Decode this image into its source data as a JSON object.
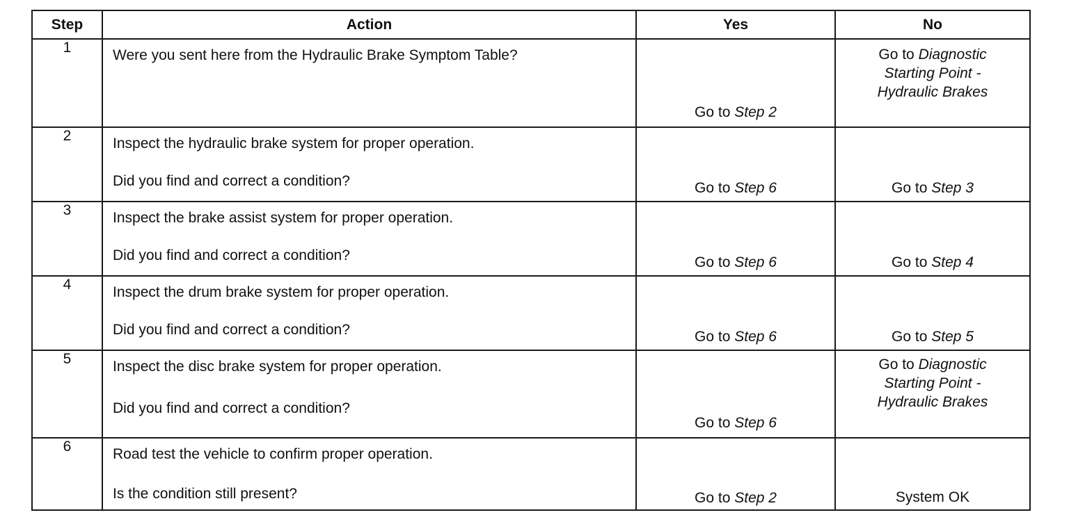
{
  "headers": {
    "step": "Step",
    "action": "Action",
    "yes": "Yes",
    "no": "No"
  },
  "rows": [
    {
      "step": "1",
      "action_line1": "Were you sent here from the Hydraulic Brake Symptom Table?",
      "action_line2": "",
      "yes_prefix": "Go to",
      "yes_target": "Step 2",
      "no_prefix": "Go to",
      "no_target_line1": "Diagnostic",
      "no_target_line2": "Starting Point -",
      "no_target_line3": "Hydraulic Brakes"
    },
    {
      "step": "2",
      "action_line1": "Inspect the hydraulic brake system for proper operation.",
      "action_line2": "Did you find and correct a condition?",
      "yes_prefix": "Go to",
      "yes_target": "Step 6",
      "no_prefix": "Go to",
      "no_target": "Step 3"
    },
    {
      "step": "3",
      "action_line1": "Inspect the brake assist system for proper operation.",
      "action_line2": "Did you find and correct a condition?",
      "yes_prefix": "Go to",
      "yes_target": "Step 6",
      "no_prefix": "Go to",
      "no_target": "Step 4"
    },
    {
      "step": "4",
      "action_line1": "Inspect the drum brake system for proper operation.",
      "action_line2": "Did you find and correct a condition?",
      "yes_prefix": "Go to",
      "yes_target": "Step 6",
      "no_prefix": "Go to",
      "no_target": "Step 5"
    },
    {
      "step": "5",
      "action_line1": "Inspect the disc brake system for proper operation.",
      "action_line2": "Did you find and correct a condition?",
      "yes_prefix": "Go to",
      "yes_target": "Step 6",
      "no_prefix": "Go to",
      "no_target_line1": "Diagnostic",
      "no_target_line2": "Starting Point -",
      "no_target_line3": "Hydraulic Brakes"
    },
    {
      "step": "6",
      "action_line1": "Road test the vehicle to confirm proper operation.",
      "action_line2": "Is the condition still present?",
      "yes_prefix": "Go to",
      "yes_target": "Step 2",
      "no_text": "System OK"
    }
  ]
}
